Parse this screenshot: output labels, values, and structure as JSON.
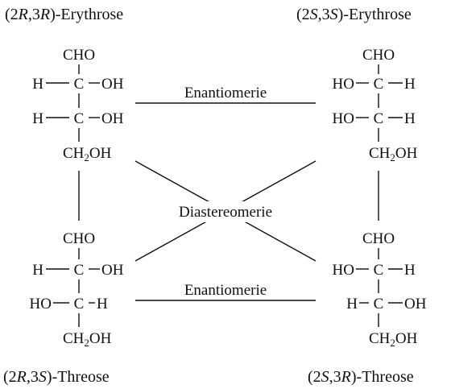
{
  "labels": {
    "top_left": {
      "prefix": "(2",
      "r1": "R",
      "mid": ",3",
      "r2": "R",
      "suffix": ")-Erythrose"
    },
    "top_right": {
      "prefix": "(2",
      "r1": "S",
      "mid": ",3",
      "r2": "S",
      "suffix": ")-Erythrose"
    },
    "bottom_left": {
      "prefix": "(2",
      "r1": "R",
      "mid": ",3",
      "r2": "S",
      "suffix": ")-Threose"
    },
    "bottom_right": {
      "prefix": "(2",
      "r1": "S",
      "mid": ",3",
      "r2": "R",
      "suffix": ")-Threose"
    }
  },
  "relations": {
    "enantio_top": "Enantiomerie",
    "enantio_bottom": "Enantiomerie",
    "diastereo": "Diastereomerie"
  },
  "molecules": {
    "tl": {
      "top": "CHO",
      "r2_left": "H",
      "r2_right": "OH",
      "r3_left": "H",
      "r3_right": "OH",
      "c_upper": "C",
      "c_lower": "C",
      "bottom_main": "CH",
      "bottom_sub": "2",
      "bottom_tail": "OH"
    },
    "tr": {
      "top": "CHO",
      "r2_left": "HO",
      "r2_right": "H",
      "r3_left": "HO",
      "r3_right": "H",
      "c_upper": "C",
      "c_lower": "C",
      "bottom_main": "CH",
      "bottom_sub": "2",
      "bottom_tail": "OH"
    },
    "bl": {
      "top": "CHO",
      "r2_left": "H",
      "r2_right": "OH",
      "r3_left": "HO",
      "r3_right": "H",
      "c_upper": "C",
      "c_lower": "C",
      "bottom_main": "CH",
      "bottom_sub": "2",
      "bottom_tail": "OH"
    },
    "br": {
      "top": "CHO",
      "r2_left": "HO",
      "r2_right": "H",
      "r3_left": "H",
      "r3_right": "OH",
      "c_upper": "C",
      "c_lower": "C",
      "bottom_main": "CH",
      "bottom_sub": "2",
      "bottom_tail": "OH"
    }
  }
}
